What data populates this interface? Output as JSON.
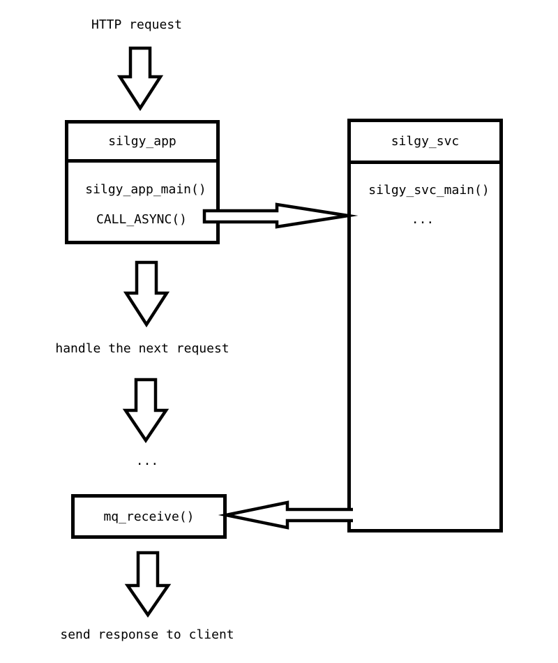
{
  "diagram": {
    "background_color": "#ffffff",
    "line_color": "#000000",
    "top_label": "HTTP request",
    "app_box": {
      "title": "silgy_app",
      "body_line_1": "silgy_app_main()",
      "body_line_2": "CALL_ASYNC()"
    },
    "svc_box": {
      "title": "silgy_svc",
      "body_line_1": "silgy_svc_main()",
      "body_line_2": "..."
    },
    "handle_next_label": "handle the next request",
    "flow_ellipsis": "...",
    "mq_box": {
      "label": "mq_receive()"
    },
    "bottom_label": "send response to client",
    "icons": {
      "down_arrow": "hollow-down-arrow",
      "right_arrow": "hollow-right-arrow",
      "left_arrow": "hollow-left-arrow"
    }
  }
}
